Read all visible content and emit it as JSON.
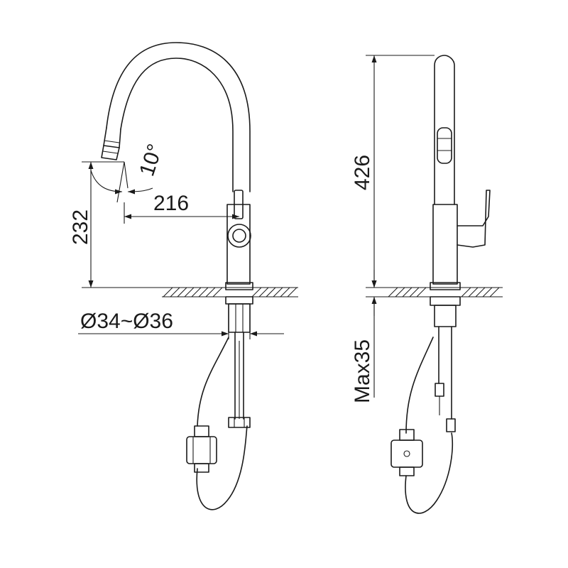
{
  "dimensions": {
    "angle": "10°",
    "reach": "216",
    "spout_height": "232",
    "hole_diameter": "Ø34~Ø36",
    "total_height": "426",
    "max_thickness": "Max35"
  },
  "colors": {
    "line": "#1a1a1a",
    "background": "#ffffff"
  }
}
